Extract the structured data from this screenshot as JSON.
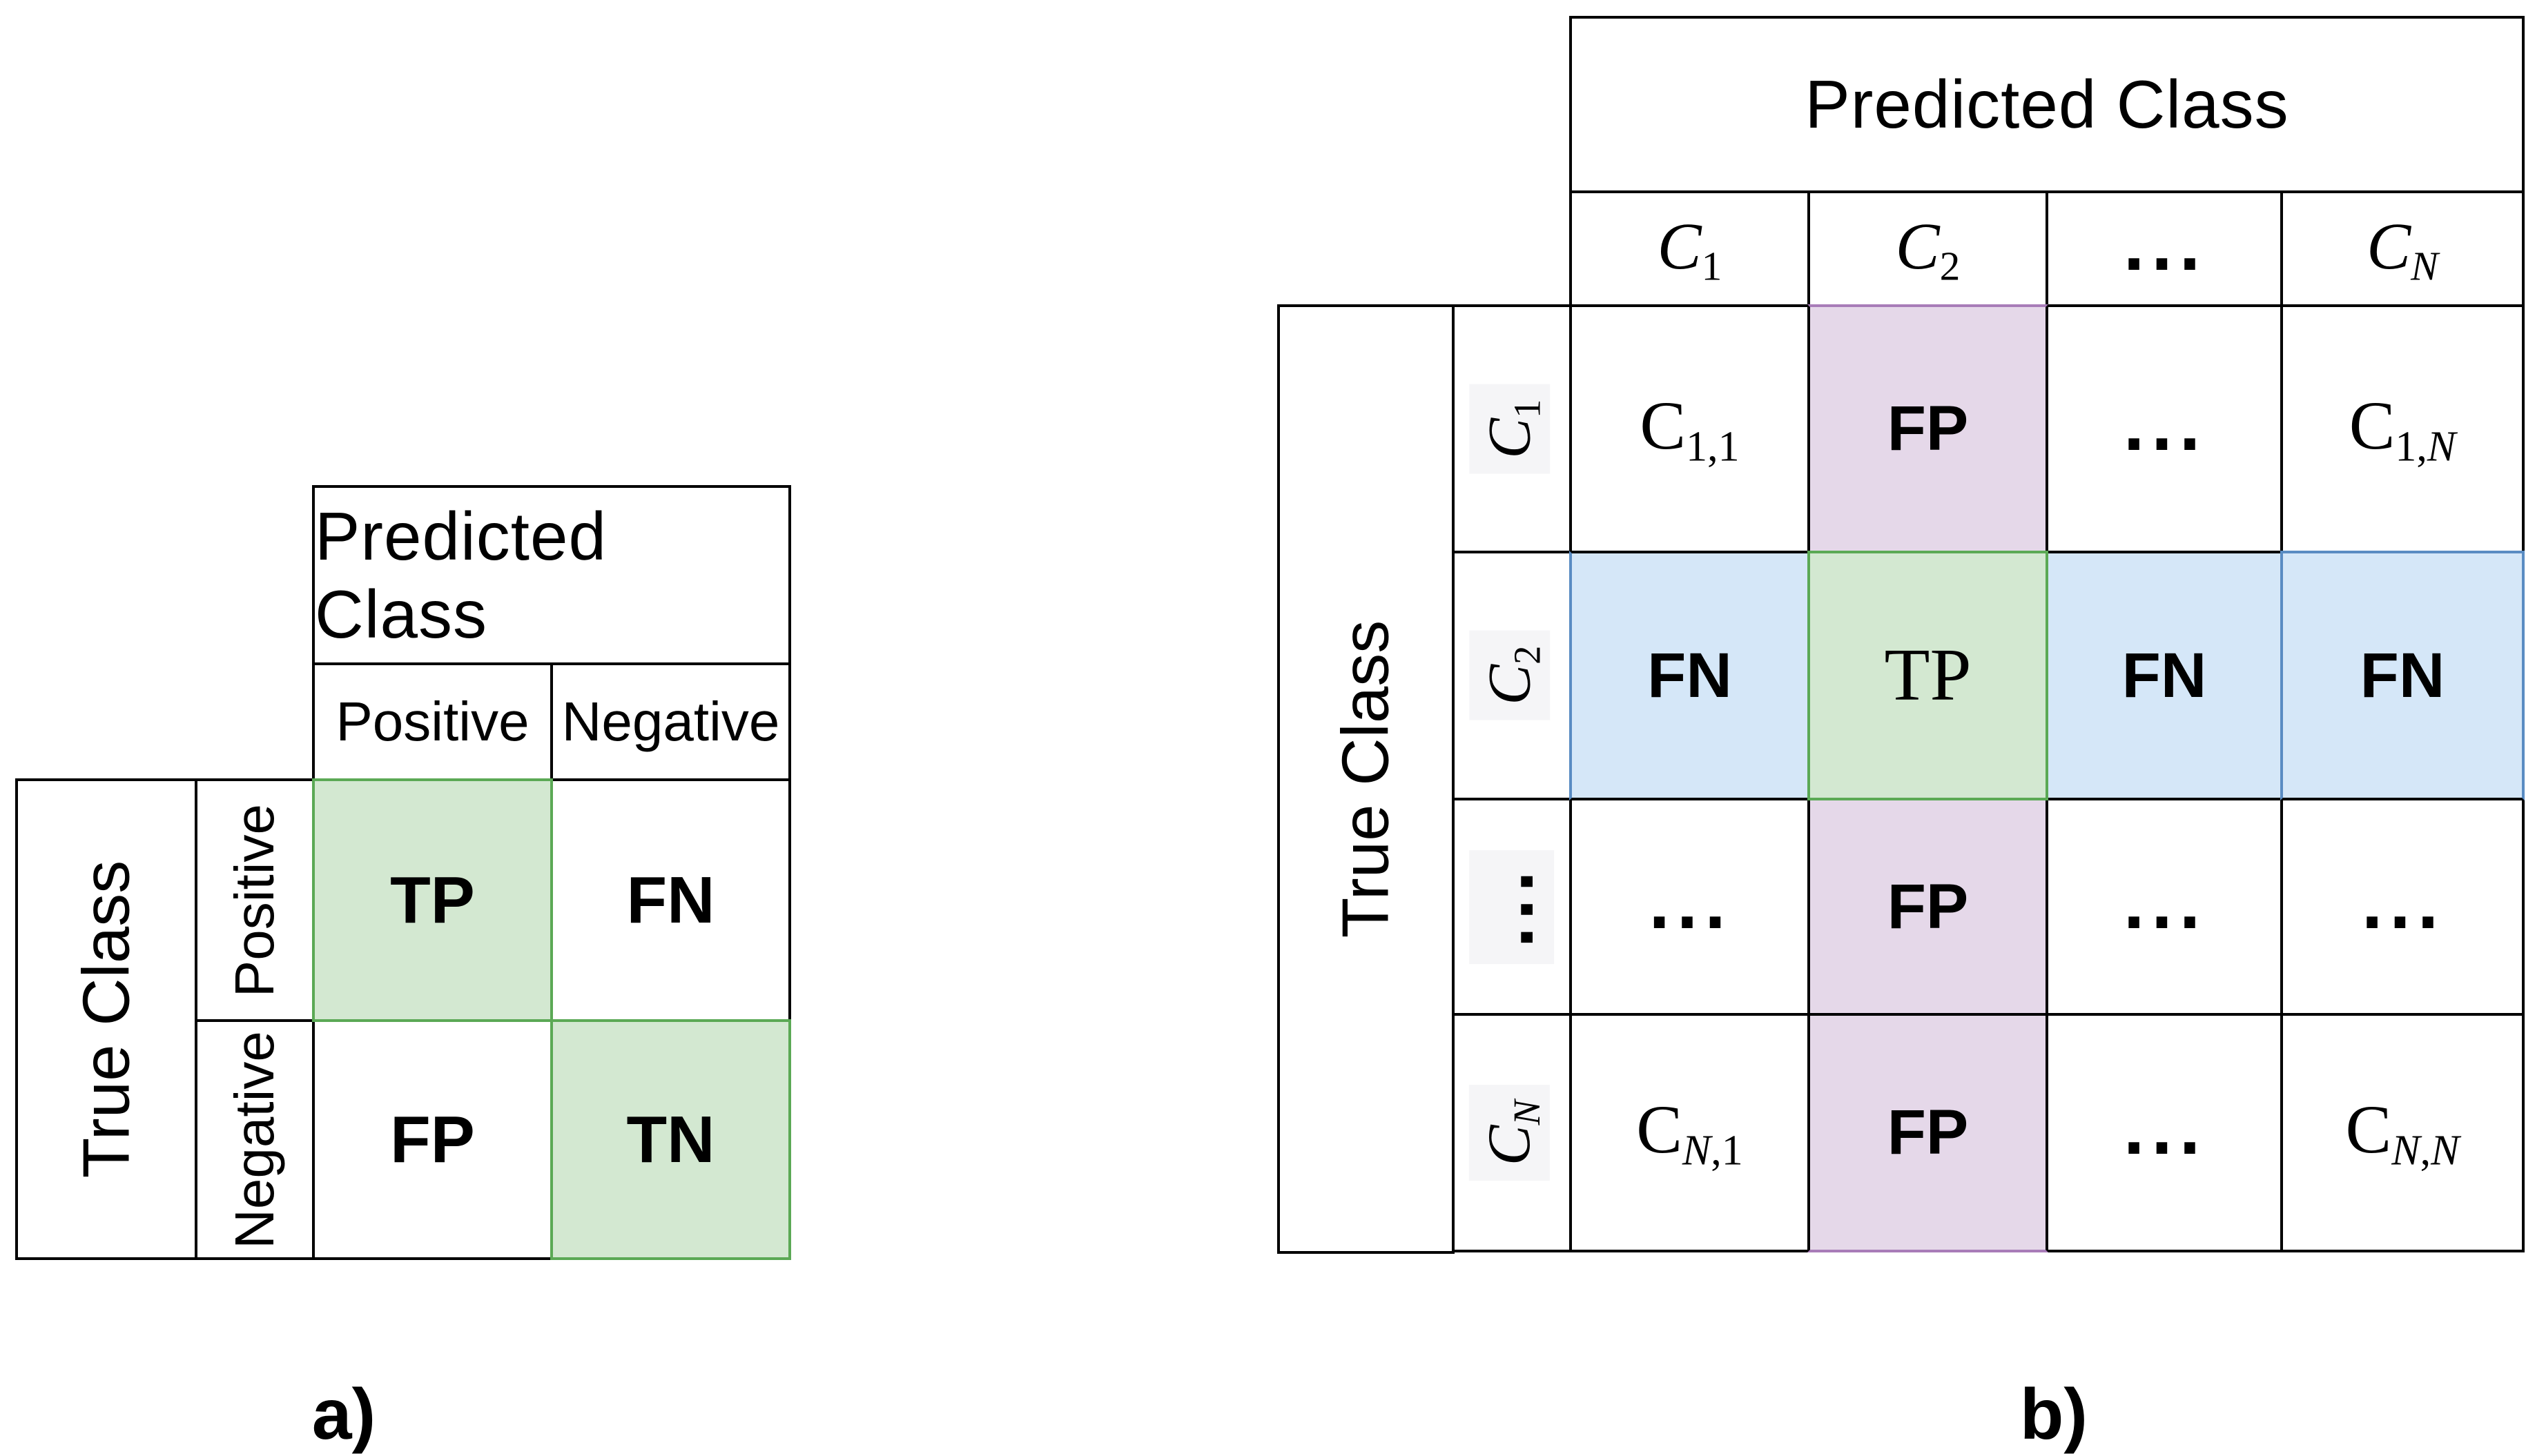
{
  "colors": {
    "grid_line": "#000000",
    "green_fill": "#d3e8d1",
    "green_border": "#5ba955",
    "blue_fill": "#d5e7f8",
    "blue_border": "#5a8cc3",
    "purple_fill": "#e5d8e9",
    "purple_border": "#a87cb8",
    "rotated_label_box_bg": "#f5f5f7"
  },
  "panel_a": {
    "caption": "a)",
    "predicted_axis": "Predicted Class",
    "true_axis": "True Class",
    "col_headers": [
      "Positive",
      "Negative"
    ],
    "row_headers": [
      "Positive",
      "Negative"
    ],
    "cells": {
      "tp": "TP",
      "fn": "FN",
      "fp": "FP",
      "tn": "TN"
    }
  },
  "panel_b": {
    "caption": "b)",
    "predicted_axis": "Predicted Class",
    "true_axis": "True Class",
    "col_headers": {
      "c1": {
        "base": "C",
        "sub": "1"
      },
      "c2": {
        "base": "C",
        "sub": "2"
      },
      "dots": "...",
      "cN": {
        "base": "C",
        "sub": "N"
      }
    },
    "row_headers": {
      "c1": {
        "base": "C",
        "sub": "1"
      },
      "c2": {
        "base": "C",
        "sub": "2"
      },
      "dots": "...",
      "cN": {
        "base": "C",
        "sub": "N"
      }
    },
    "cells": {
      "c11": {
        "base": "C",
        "sub": "1,1"
      },
      "fp_top": "FP",
      "dots_r1": "...",
      "c1N": {
        "base": "C",
        "sub1": "1,",
        "subN": "N"
      },
      "fn_1": "FN",
      "tp": "TP",
      "fn_2": "FN",
      "fn_3": "FN",
      "dots_r3a": "...",
      "fp_mid": "FP",
      "dots_r3b": "...",
      "dots_r3c": "...",
      "cN1": {
        "base": "C",
        "subN": "N",
        "sub1": ",1"
      },
      "fp_bottom": "FP",
      "dots_r4": "...",
      "cNN": {
        "base": "C",
        "subN1": "N",
        "comma": ",",
        "subN2": "N"
      }
    }
  }
}
